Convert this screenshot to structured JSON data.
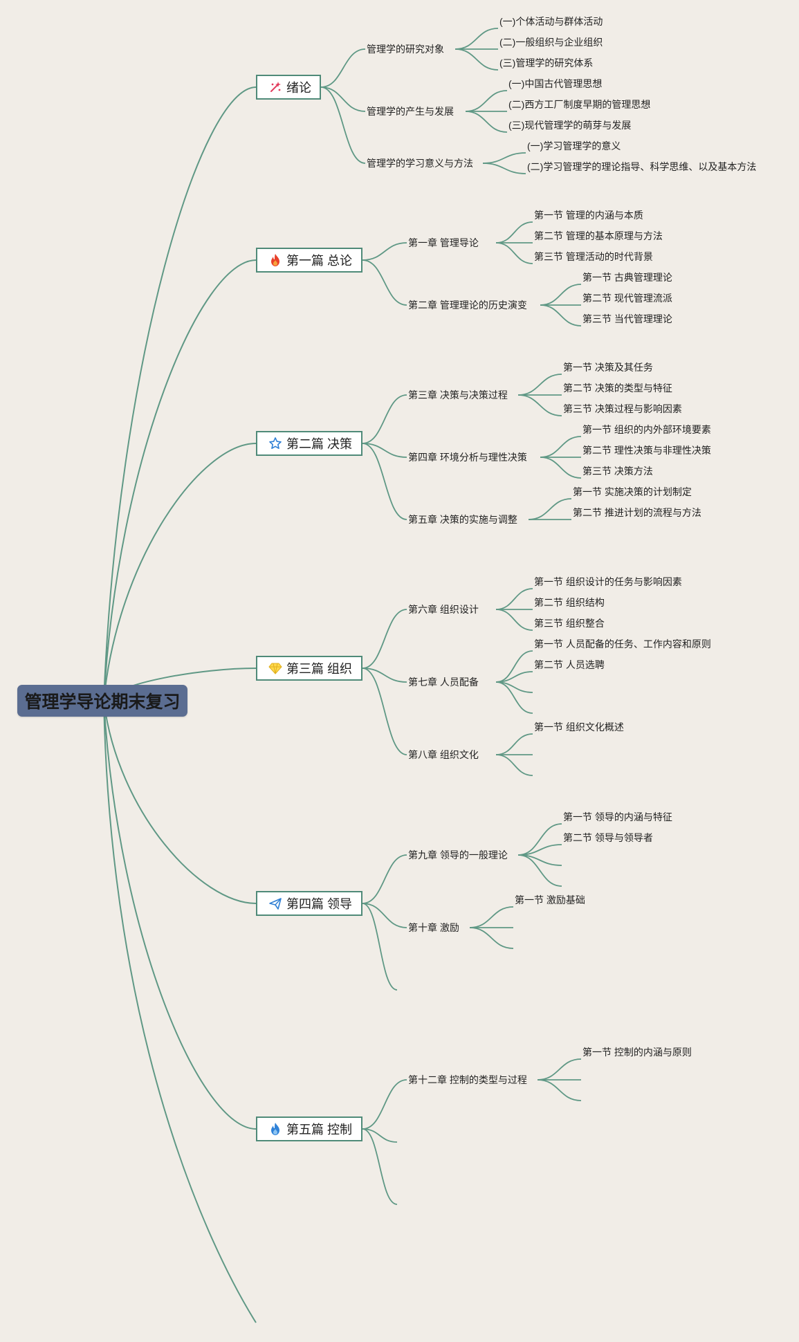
{
  "root": {
    "title": "管理学导论期末复习"
  },
  "parts": [
    {
      "label": "绪论",
      "icon": "sparkles-icon",
      "chapters": [
        {
          "label": "管理学的研究对象",
          "sections": [
            "(一)个体活动与群体活动",
            "(二)一般组织与企业组织",
            "(三)管理学的研究体系"
          ]
        },
        {
          "label": "管理学的产生与发展",
          "sections": [
            "(一)中国古代管理思想",
            "(二)西方工厂制度早期的管理思想",
            "(三)现代管理学的萌芽与发展"
          ]
        },
        {
          "label": "管理学的学习意义与方法",
          "sections": [
            "(一)学习管理学的意义",
            "(二)学习管理学的理论指导、科学思维、以及基本方法"
          ]
        }
      ]
    },
    {
      "label": "第一篇 总论",
      "icon": "fire-icon",
      "chapters": [
        {
          "label": "第一章 管理导论",
          "sections": [
            "第一节 管理的内涵与本质",
            "第二节 管理的基本原理与方法",
            "第三节 管理活动的时代背景"
          ]
        },
        {
          "label": "第二章 管理理论的历史演变",
          "sections": [
            "第一节 古典管理理论",
            "第二节 现代管理流派",
            "第三节 当代管理理论"
          ]
        }
      ]
    },
    {
      "label": "第二篇 决策",
      "icon": "star-icon",
      "chapters": [
        {
          "label": "第三章 决策与决策过程",
          "sections": [
            "第一节 决策及其任务",
            "第二节 决策的类型与特征",
            "第三节 决策过程与影响因素"
          ]
        },
        {
          "label": "第四章 环境分析与理性决策",
          "sections": [
            "第一节 组织的内外部环境要素",
            "第二节 理性决策与非理性决策",
            "第三节 决策方法"
          ]
        },
        {
          "label": "第五章 决策的实施与调整",
          "sections": [
            "第一节 实施决策的计划制定",
            "第二节 推进计划的流程与方法"
          ]
        }
      ]
    },
    {
      "label": "第三篇 组织",
      "icon": "diamond-icon",
      "chapters": [
        {
          "label": "第六章 组织设计",
          "sections": [
            "第一节 组织设计的任务与影响因素",
            "第二节 组织结构",
            "第三节 组织整合"
          ]
        },
        {
          "label": "第七章 人员配备",
          "sections": [
            "第一节 人员配备的任务、工作内容和原则",
            "第二节 人员选聘",
            "",
            ""
          ]
        },
        {
          "label": "第八章 组织文化",
          "sections": [
            "第一节 组织文化概述",
            "",
            ""
          ]
        }
      ]
    },
    {
      "label": "第四篇 领导",
      "icon": "paper-plane-icon",
      "chapters": [
        {
          "label": "第九章 领导的一般理论",
          "sections": [
            "第一节 领导的内涵与特征",
            "第二节 领导与领导者",
            "",
            ""
          ]
        },
        {
          "label": "第十章 激励",
          "sections": [
            "第一节 激励基础",
            "",
            ""
          ]
        },
        {
          "label": "",
          "sections": []
        }
      ]
    },
    {
      "label": "第五篇 控制",
      "icon": "flame-icon",
      "chapters": [
        {
          "label": "第十二章 控制的类型与过程",
          "sections": [
            "第一节 控制的内涵与原则",
            "",
            ""
          ]
        },
        {
          "label": "",
          "sections": []
        },
        {
          "label": "",
          "sections": []
        }
      ]
    }
  ],
  "colors": {
    "link": "#5f9885",
    "root_bg": "#5b6d91",
    "part_border": "#4f8a78",
    "background": "#f1ede7"
  }
}
